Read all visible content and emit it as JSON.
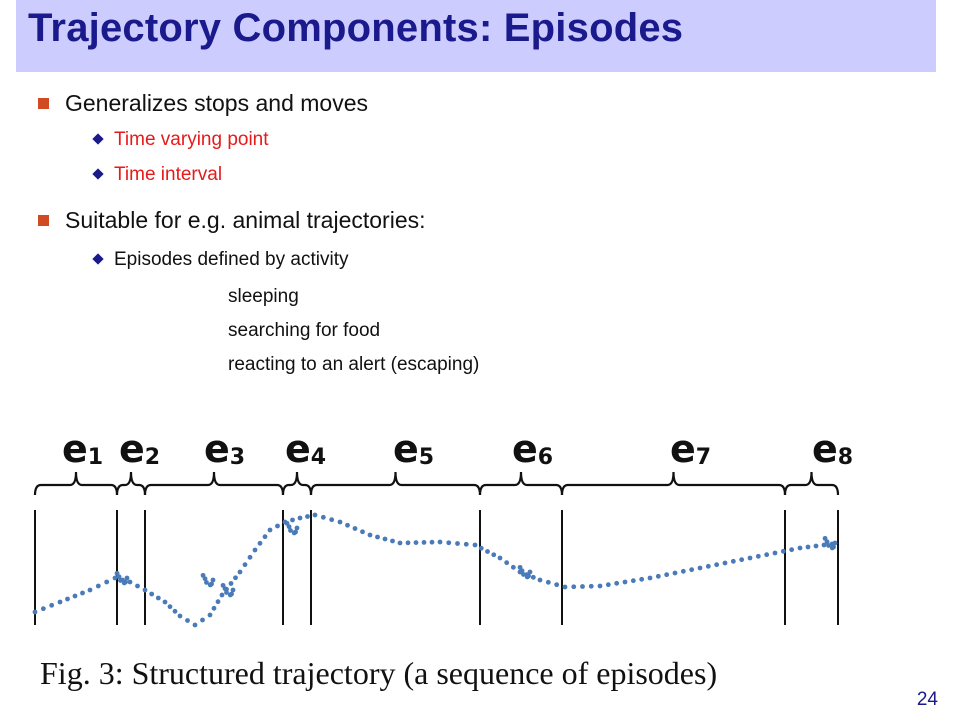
{
  "title": "Trajectory Components: Episodes",
  "bullets": [
    {
      "text": "Generalizes stops and moves",
      "subs": [
        "Time varying point",
        "Time interval"
      ]
    },
    {
      "text": "Suitable for e.g. animal trajectories:",
      "subs": [
        "Episodes defined by activity"
      ],
      "activities": [
        "sleeping",
        "searching for food",
        "reacting to an alert (escaping)"
      ]
    }
  ],
  "figure": {
    "episode_labels": [
      "e1",
      "e2",
      "e3",
      "e4",
      "e5",
      "e6",
      "e7",
      "e8"
    ],
    "caption": "Fig. 3: Structured trajectory (a sequence of episodes)"
  },
  "colors": {
    "title_bg": "#ccccff",
    "title_text": "#1a1a8c",
    "bullet_square": "#d04a22",
    "sub_text_red": "#e61a1a",
    "trajectory_dots": "#4a7ab8"
  },
  "slide_number": "24"
}
